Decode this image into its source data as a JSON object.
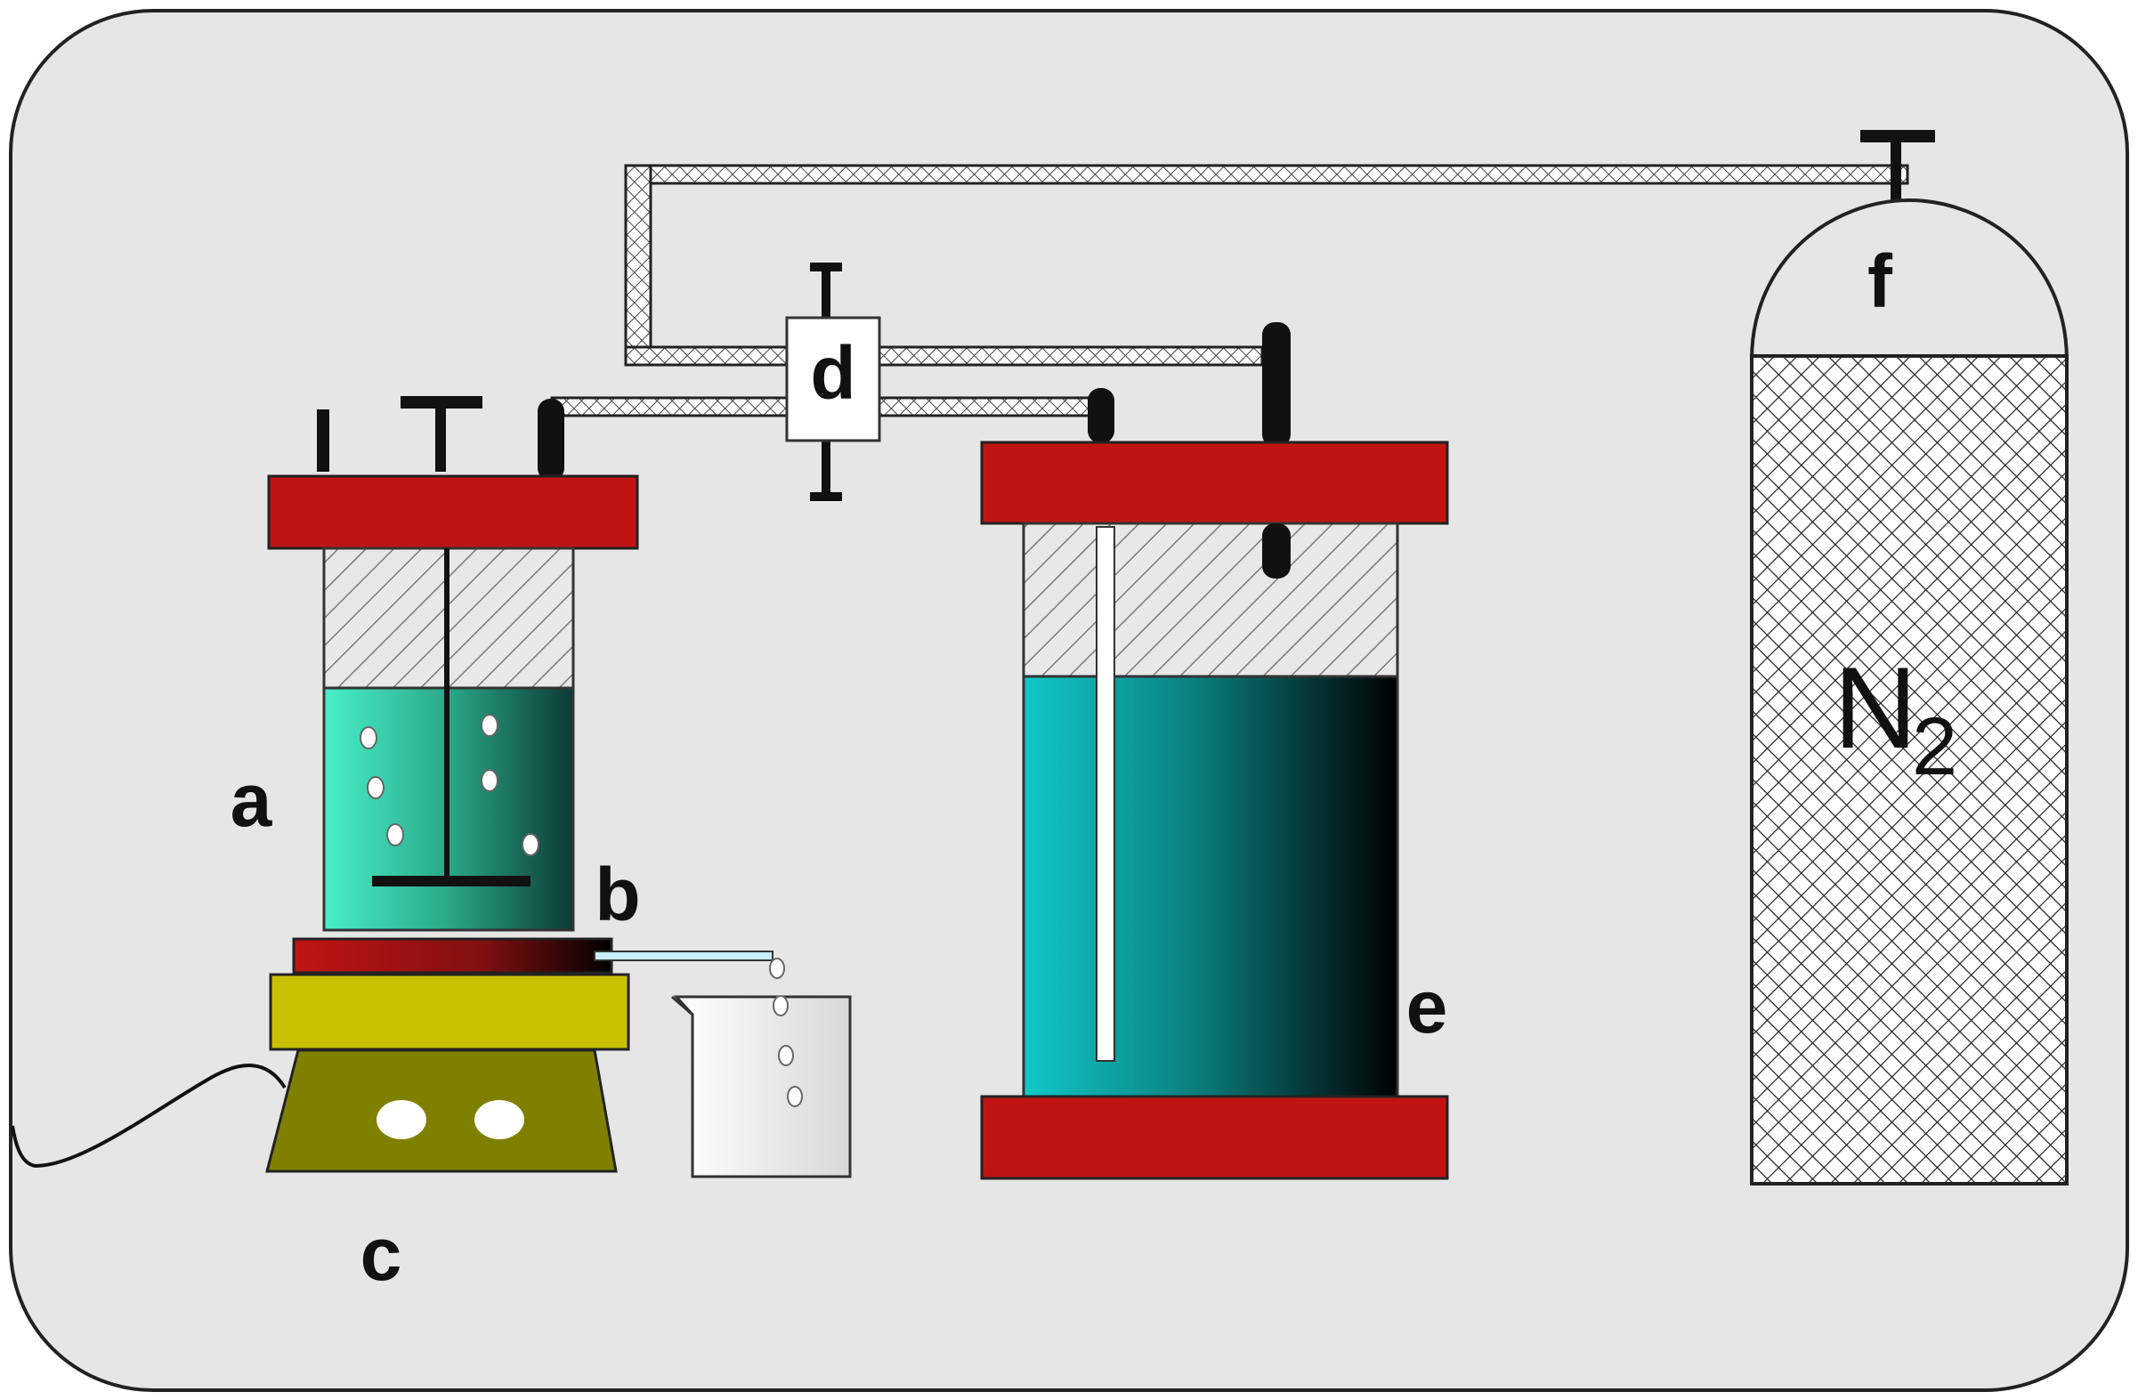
{
  "labels": {
    "a": "a",
    "b": "b",
    "c": "c",
    "d": "d",
    "e": "e",
    "f": "f"
  },
  "gas": {
    "symbol": "N",
    "subscript": "2"
  },
  "colors": {
    "panel": "#e6e6e6",
    "cap_red": "#c01414",
    "hot_plate_base": "#c8c000",
    "heater_stand": "#808000",
    "liquid_teal": "#10c8b8",
    "headspace_hatch": "#d8d8d8",
    "tube_hatch": "#ffffff",
    "cylinder_hatch": "#ffffff"
  }
}
